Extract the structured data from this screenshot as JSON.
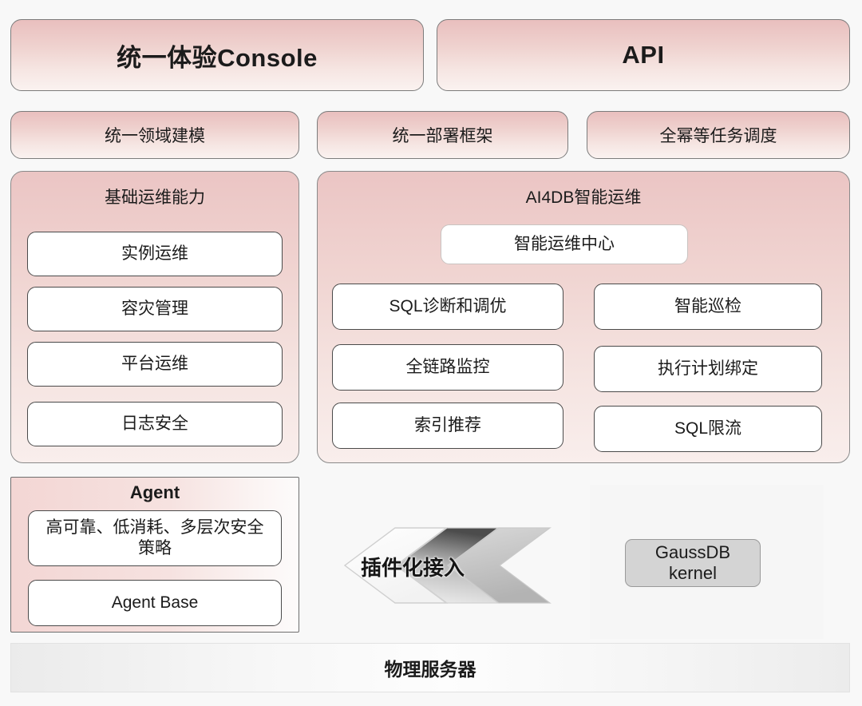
{
  "top_banners": [
    {
      "label": "统一体验Console"
    },
    {
      "label": "API"
    }
  ],
  "mid_row": [
    {
      "label": "统一领域建模"
    },
    {
      "label": "统一部署框架"
    },
    {
      "label": "全幂等任务调度"
    }
  ],
  "base_ops": {
    "title": "基础运维能力",
    "items": [
      {
        "label": "实例运维"
      },
      {
        "label": "容灾管理"
      },
      {
        "label": "平台运维"
      },
      {
        "label": "日志安全"
      }
    ]
  },
  "ai4db": {
    "title": "AI4DB智能运维",
    "center": {
      "label": "智能运维中心"
    },
    "left_items": [
      {
        "label": "SQL诊断和调优"
      },
      {
        "label": "全链路监控"
      },
      {
        "label": "索引推荐"
      }
    ],
    "right_items": [
      {
        "label": "智能巡检"
      },
      {
        "label": "执行计划绑定"
      },
      {
        "label": "SQL限流"
      }
    ]
  },
  "agent": {
    "title": "Agent",
    "policy": "高可靠、低消耗、多层次安全策略",
    "base": "Agent Base"
  },
  "plugin": {
    "label": "插件化接入"
  },
  "kernel": {
    "label": "GaussDB\nkernel",
    "line1": "GaussDB",
    "line2": "kernel"
  },
  "footer": {
    "label": "物理服务器"
  },
  "colors": {
    "page_background": "#f8f8f8",
    "pink_top": "#e9bfbe",
    "pink_bottom": "#faf2f0",
    "container_pink": "#ebc5c4",
    "leaf_white": "#ffffff",
    "leaf_border": "#4a4a4a",
    "kernel_gray": "#d4d4d4",
    "panel_gray": "#f6f6f6",
    "footer_gray": "#f4f4f4",
    "text": "#1b1b1b"
  }
}
